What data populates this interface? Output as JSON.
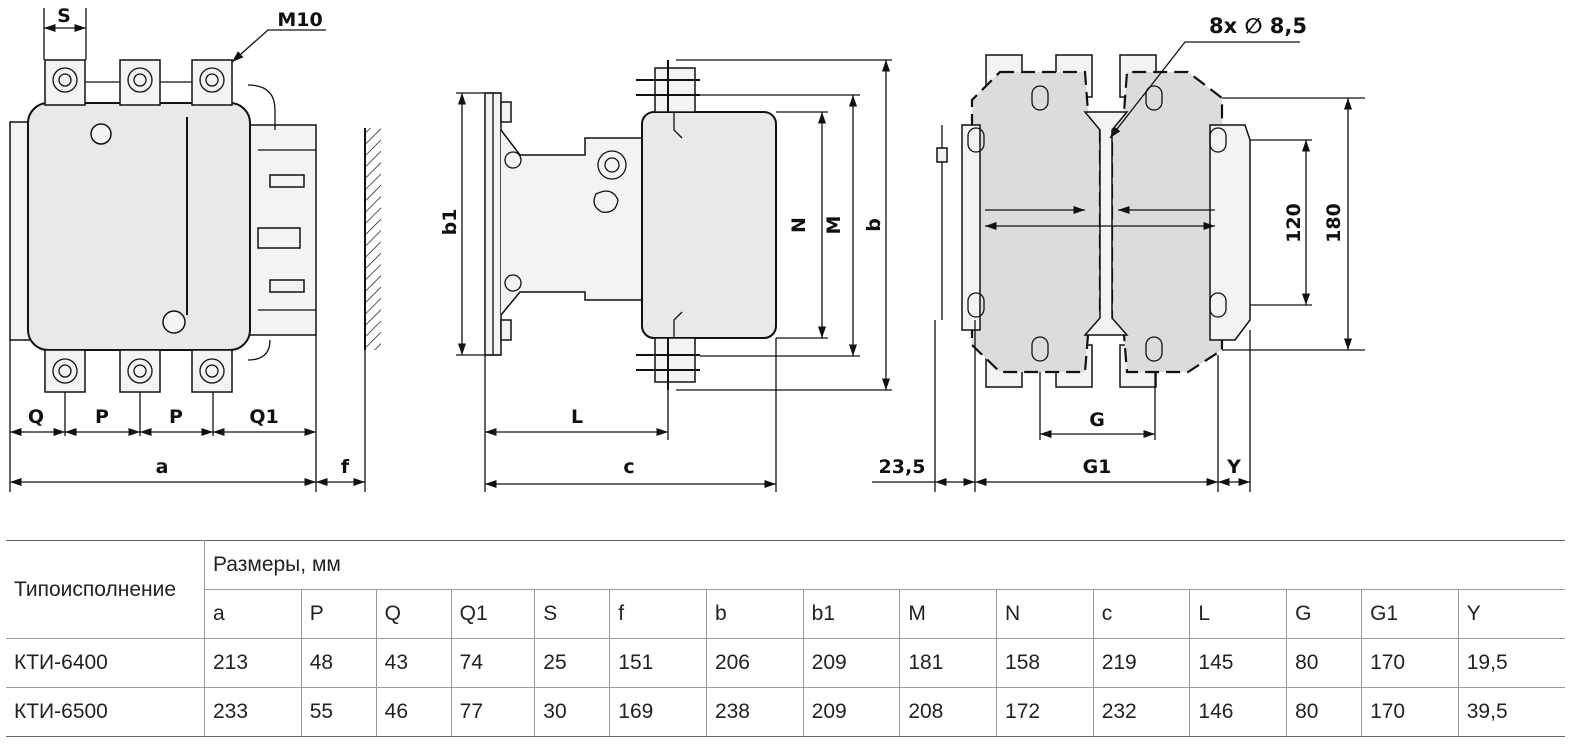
{
  "dimension_labels": {
    "S": "S",
    "M10": "M10",
    "Q": "Q",
    "P1": "P",
    "P2": "P",
    "Q1": "Q1",
    "a": "a",
    "f": "f",
    "b1": "b1",
    "N": "N",
    "M": "M",
    "b": "b",
    "L": "L",
    "c": "c",
    "holes": "8x ∅ 8,5",
    "d120": "120",
    "d180": "180",
    "G": "G",
    "G1": "G1",
    "Y": "Y",
    "d23_5": "23,5"
  },
  "table": {
    "header_type": "Типоисполнение",
    "header_sizes": "Размеры, мм",
    "columns": [
      "a",
      "P",
      "Q",
      "Q1",
      "S",
      "f",
      "b",
      "b1",
      "M",
      "N",
      "c",
      "L",
      "G",
      "G1",
      "Y"
    ],
    "rows": [
      {
        "type": "КТИ-6400",
        "values": [
          "213",
          "48",
          "43",
          "74",
          "25",
          "151",
          "206",
          "209",
          "181",
          "158",
          "219",
          "145",
          "80",
          "170",
          "19,5"
        ]
      },
      {
        "type": "КТИ-6500",
        "values": [
          "233",
          "55",
          "46",
          "77",
          "30",
          "169",
          "238",
          "209",
          "208",
          "172",
          "232",
          "146",
          "80",
          "170",
          "39,5"
        ]
      }
    ]
  }
}
